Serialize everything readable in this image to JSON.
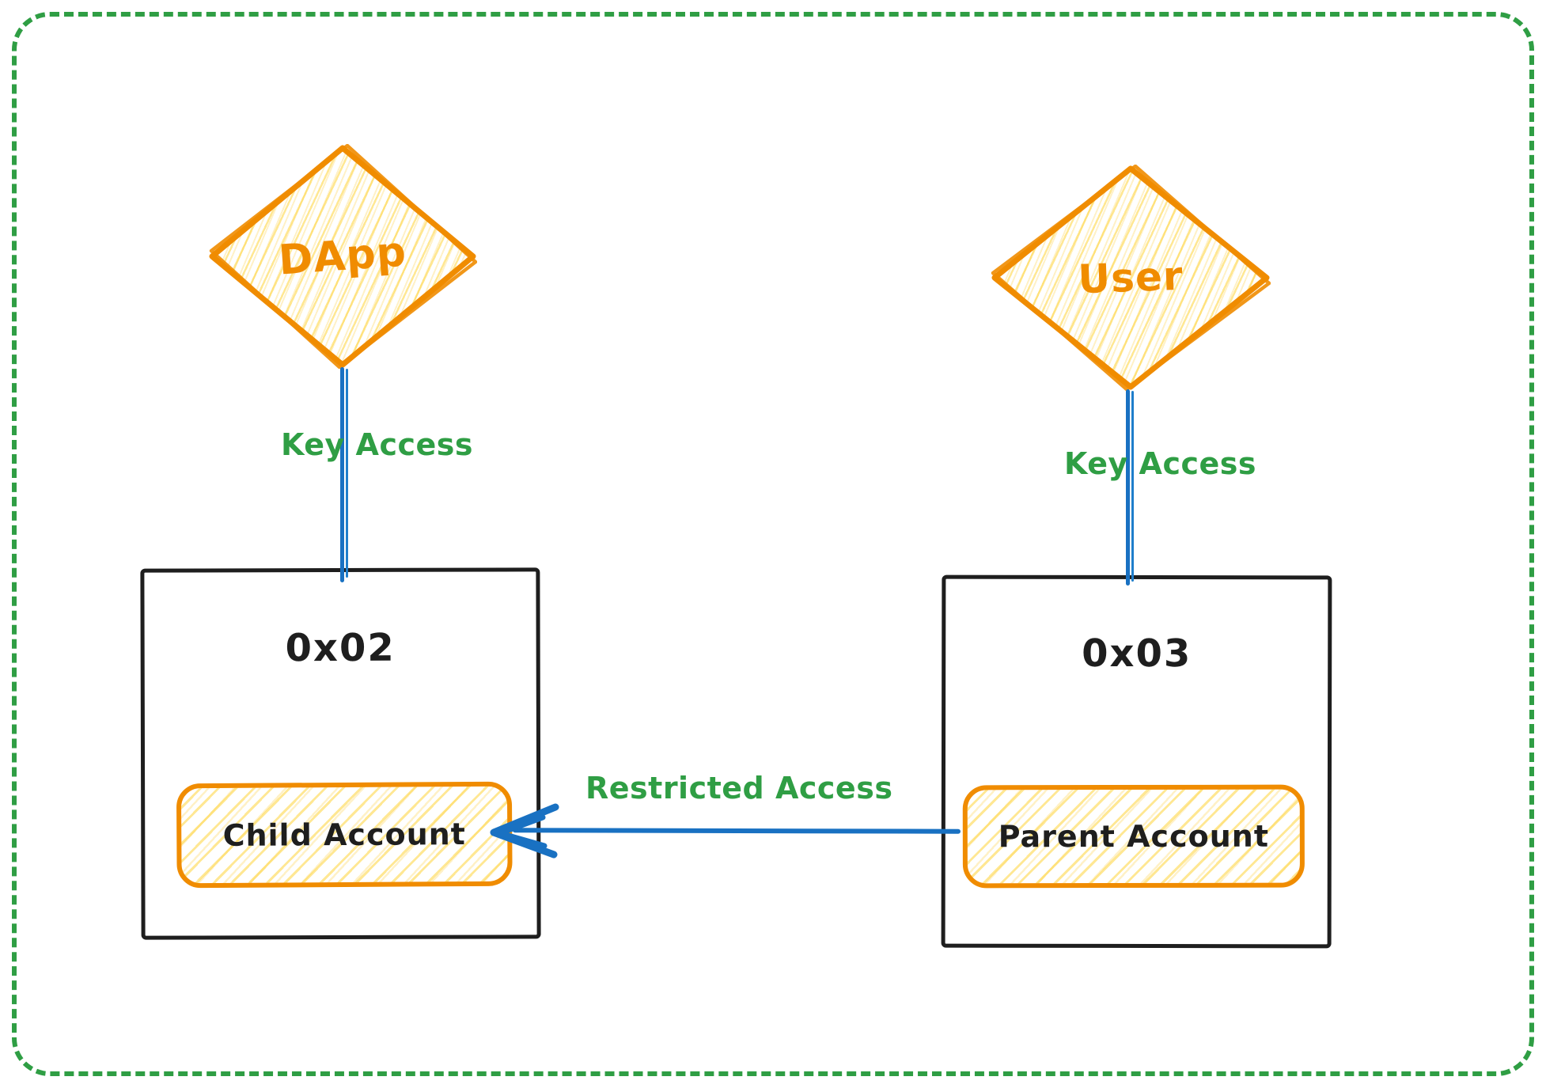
{
  "canvas": {
    "background": "#ffffff"
  },
  "colors": {
    "frame_green": "#2f9e44",
    "label_green": "#2f9e44",
    "shape_orange": "#f08c00",
    "hatch_yellow": "#ffd43b",
    "connector_blue": "#1971c2",
    "ink_black": "#1e1e1e"
  },
  "nodes": {
    "dapp": {
      "label": "DApp"
    },
    "user": {
      "label": "User"
    },
    "left_account": {
      "address": "0x02",
      "inner_label": "Child Account"
    },
    "right_account": {
      "address": "0x03",
      "inner_label": "Parent Account"
    }
  },
  "edges": {
    "dapp_to_left": {
      "label": "Key Access"
    },
    "user_to_right": {
      "label": "Key Access"
    },
    "right_to_left": {
      "label": "Restricted Access"
    }
  }
}
